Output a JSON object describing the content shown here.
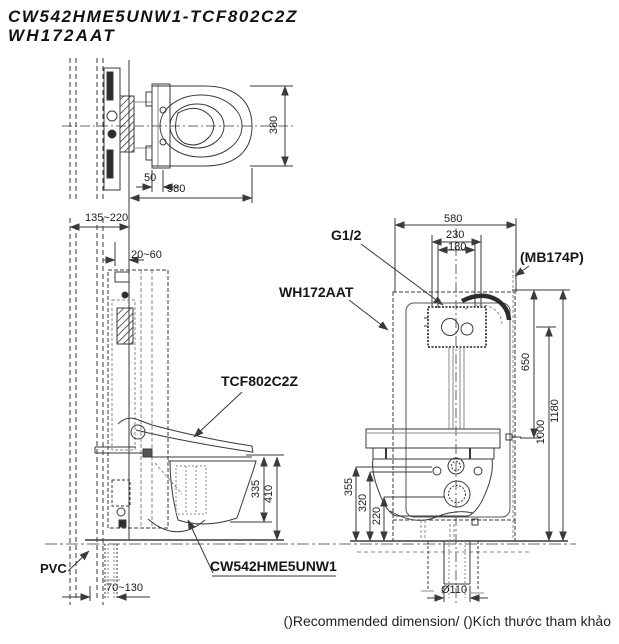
{
  "title": {
    "line1": "CW542HME5UNW1-TCF802C2Z",
    "line2": "WH172AAT"
  },
  "footer": {
    "caption": "()Recommended dimension/ ()Kích thước tham khảo"
  },
  "colors": {
    "ink": "#1f1f1f",
    "line": "#3a3a3a",
    "light_line": "#8a8a8a"
  },
  "top_view": {
    "dim_bowl_width": "380",
    "dim_seat_offset": "50",
    "dim_length": "580"
  },
  "side_view": {
    "dim_wall_depth_range": "135~220",
    "dim_panel_gap_range": "20~60",
    "dim_bowl_height": "335",
    "dim_seat_height": "410",
    "dim_drain_offset_range": "70~130",
    "label_washlet": "TCF802C2Z",
    "label_bowl": "CW542HME5UNW1",
    "label_pipe": "PVC"
  },
  "front_view": {
    "dim_frame_width": "580",
    "dim_tank_width_outer": "230",
    "dim_tank_width_inner": "180",
    "dim_height_650": "650",
    "dim_height_1000": "1000",
    "dim_height_1180": "1180",
    "dim_height_355": "355",
    "dim_height_320": "320",
    "dim_height_220": "220",
    "dim_drain_diameter": "Ø110",
    "label_water_inlet": "G1/2",
    "label_stop_valve": "(MB174P)",
    "label_frame": "WH172AAT"
  }
}
